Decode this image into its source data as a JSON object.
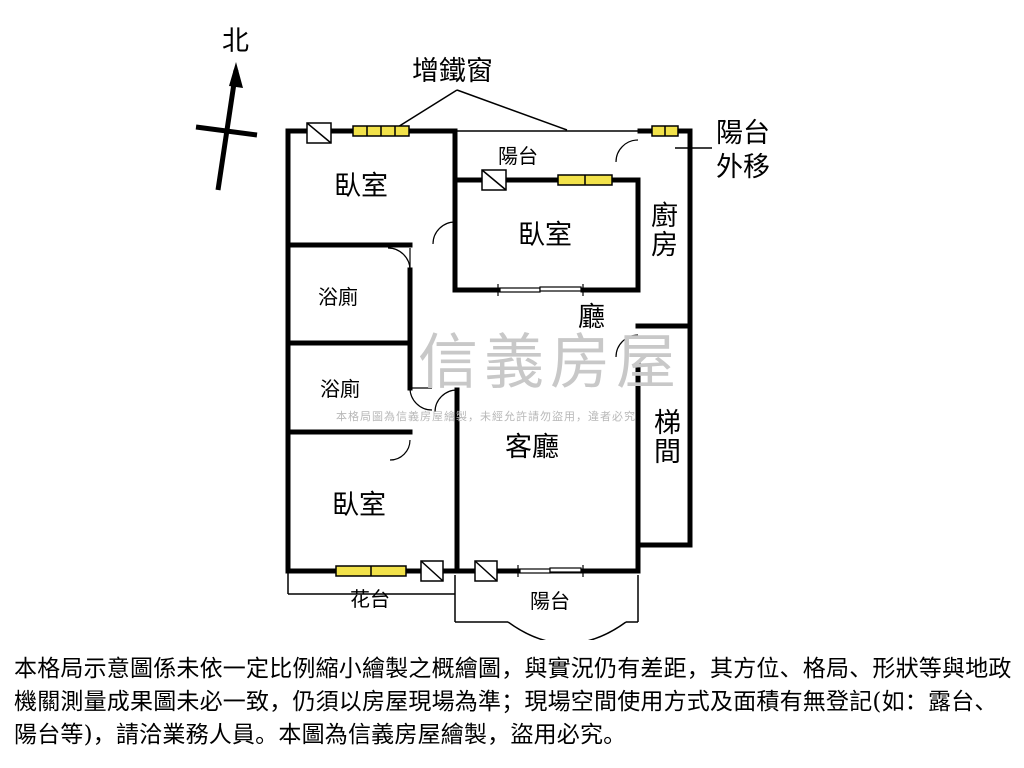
{
  "compass": {
    "north_label": "北"
  },
  "annotations": {
    "iron_window": "增鐵窗",
    "balcony_moved": "陽台\n外移"
  },
  "rooms": {
    "bedroom_nw": "臥室",
    "bedroom_n": "臥室",
    "bedroom_sw": "臥室",
    "bath_1": "浴廁",
    "bath_2": "浴廁",
    "kitchen": "廚房",
    "hall": "廳",
    "living": "客廳",
    "stair": "梯間",
    "balcony_n": "陽台",
    "balcony_s": "陽台",
    "planter": "花台"
  },
  "watermark": {
    "brand": "信義房屋",
    "notice": "本格局圖為信義房屋繪製，未經允許請勿盜用，違者必究"
  },
  "disclaimer": "本格局示意圖係未依一定比例縮小繪製之概繪圖，與實況仍有差距，其方位、格局、形狀等與地政機關測量成果圖未必一致，仍須以房屋現場為準；現場空間使用方式及面積有無登記(如：露台、陽台等)，請洽業務人員。本圖為信義房屋繪製，盜用必究。",
  "colors": {
    "wall": "#000000",
    "window_fill": "#f2e24a",
    "watermark": "#c8c8c8"
  }
}
